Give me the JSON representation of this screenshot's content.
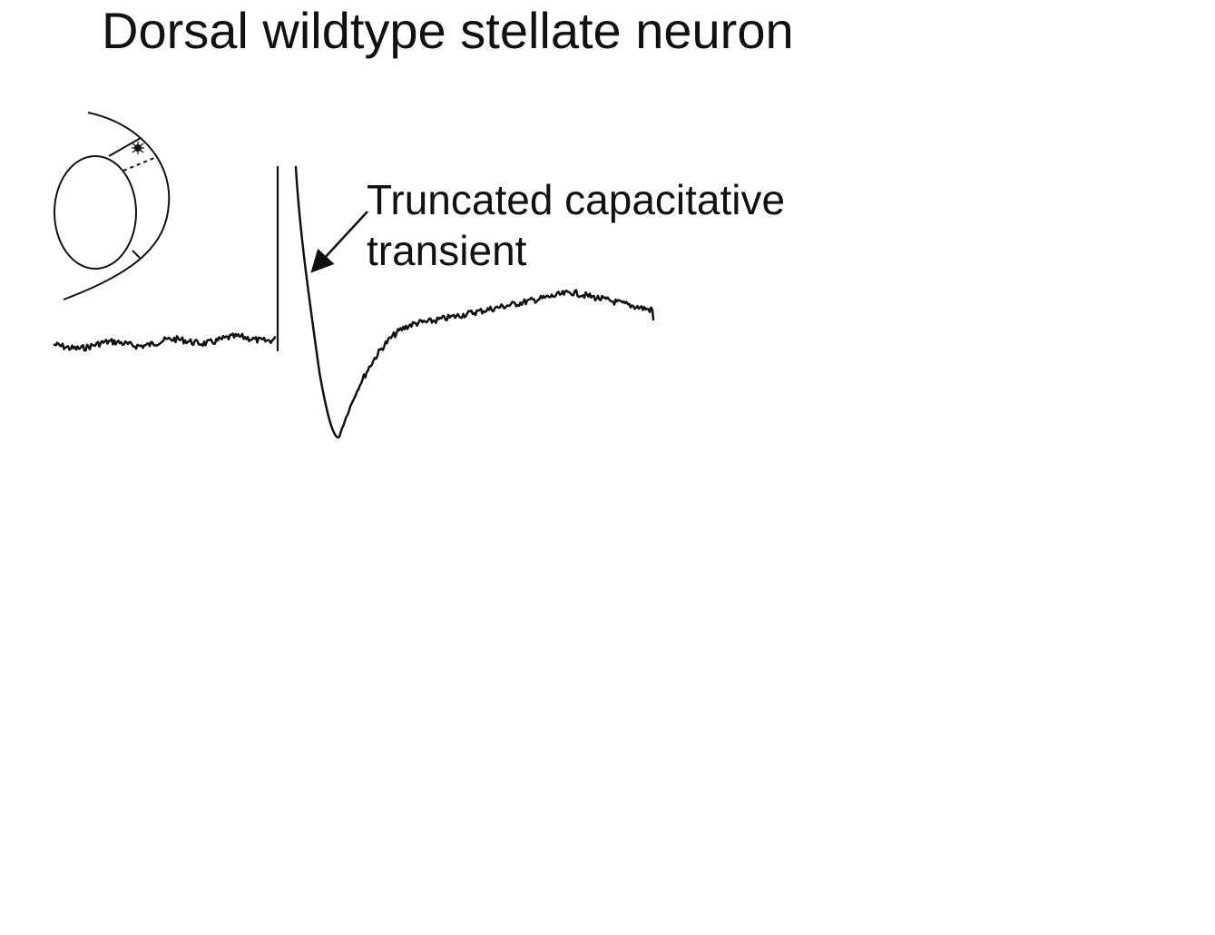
{
  "title": "Dorsal wildtype stellate neuron",
  "annotation": {
    "line1": "Truncated capacitative",
    "line2": "transient"
  },
  "colors": {
    "ink": "#111111",
    "background": "#ffffff"
  }
}
